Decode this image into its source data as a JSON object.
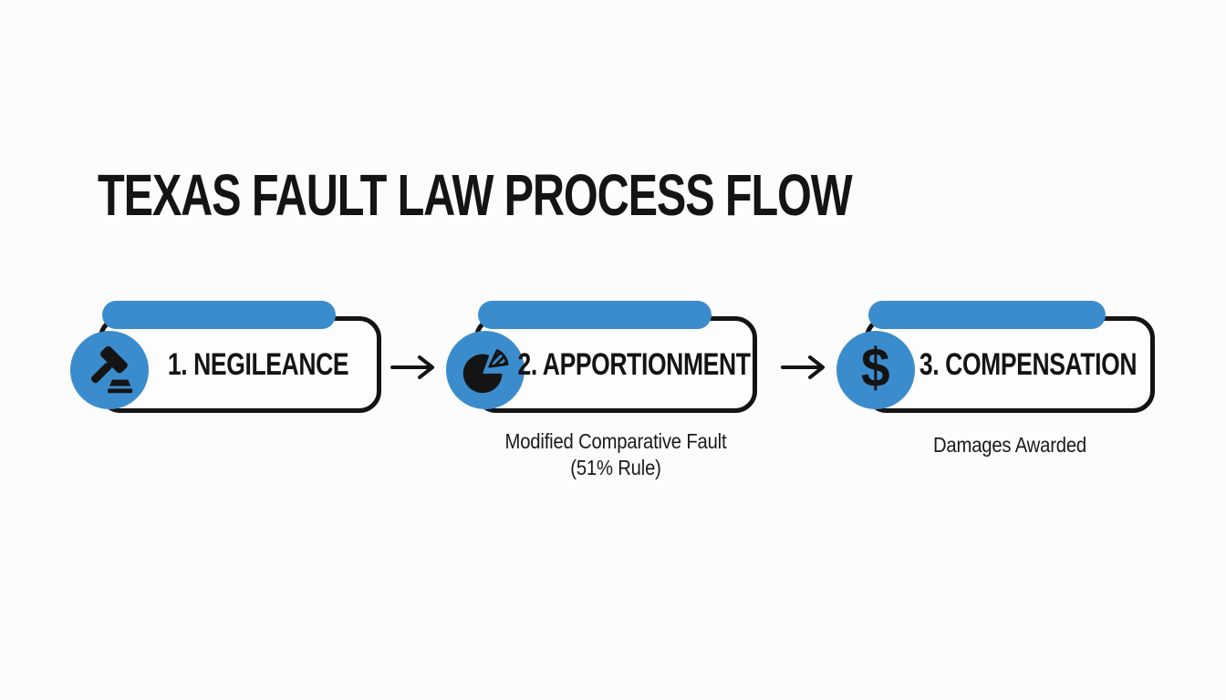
{
  "title": "TEXAS FAULT LAW PROCESS FLOW",
  "colors": {
    "accent_blue": "#3b8ccd",
    "ink": "#141414",
    "background": "#fcfcfc"
  },
  "steps": [
    {
      "label": "1. NEGILEANCE",
      "icon": "gavel-icon"
    },
    {
      "label": "2. APPORTIONMENT",
      "icon": "pie-chart-icon",
      "caption_line1": "Modified Comparative Fault",
      "caption_line2": "(51% Rule)"
    },
    {
      "label": "3. COMPENSATION",
      "icon": "dollar-icon",
      "caption_line1": "Damages Awarded"
    }
  ],
  "connector_glyph": "arrow-right"
}
